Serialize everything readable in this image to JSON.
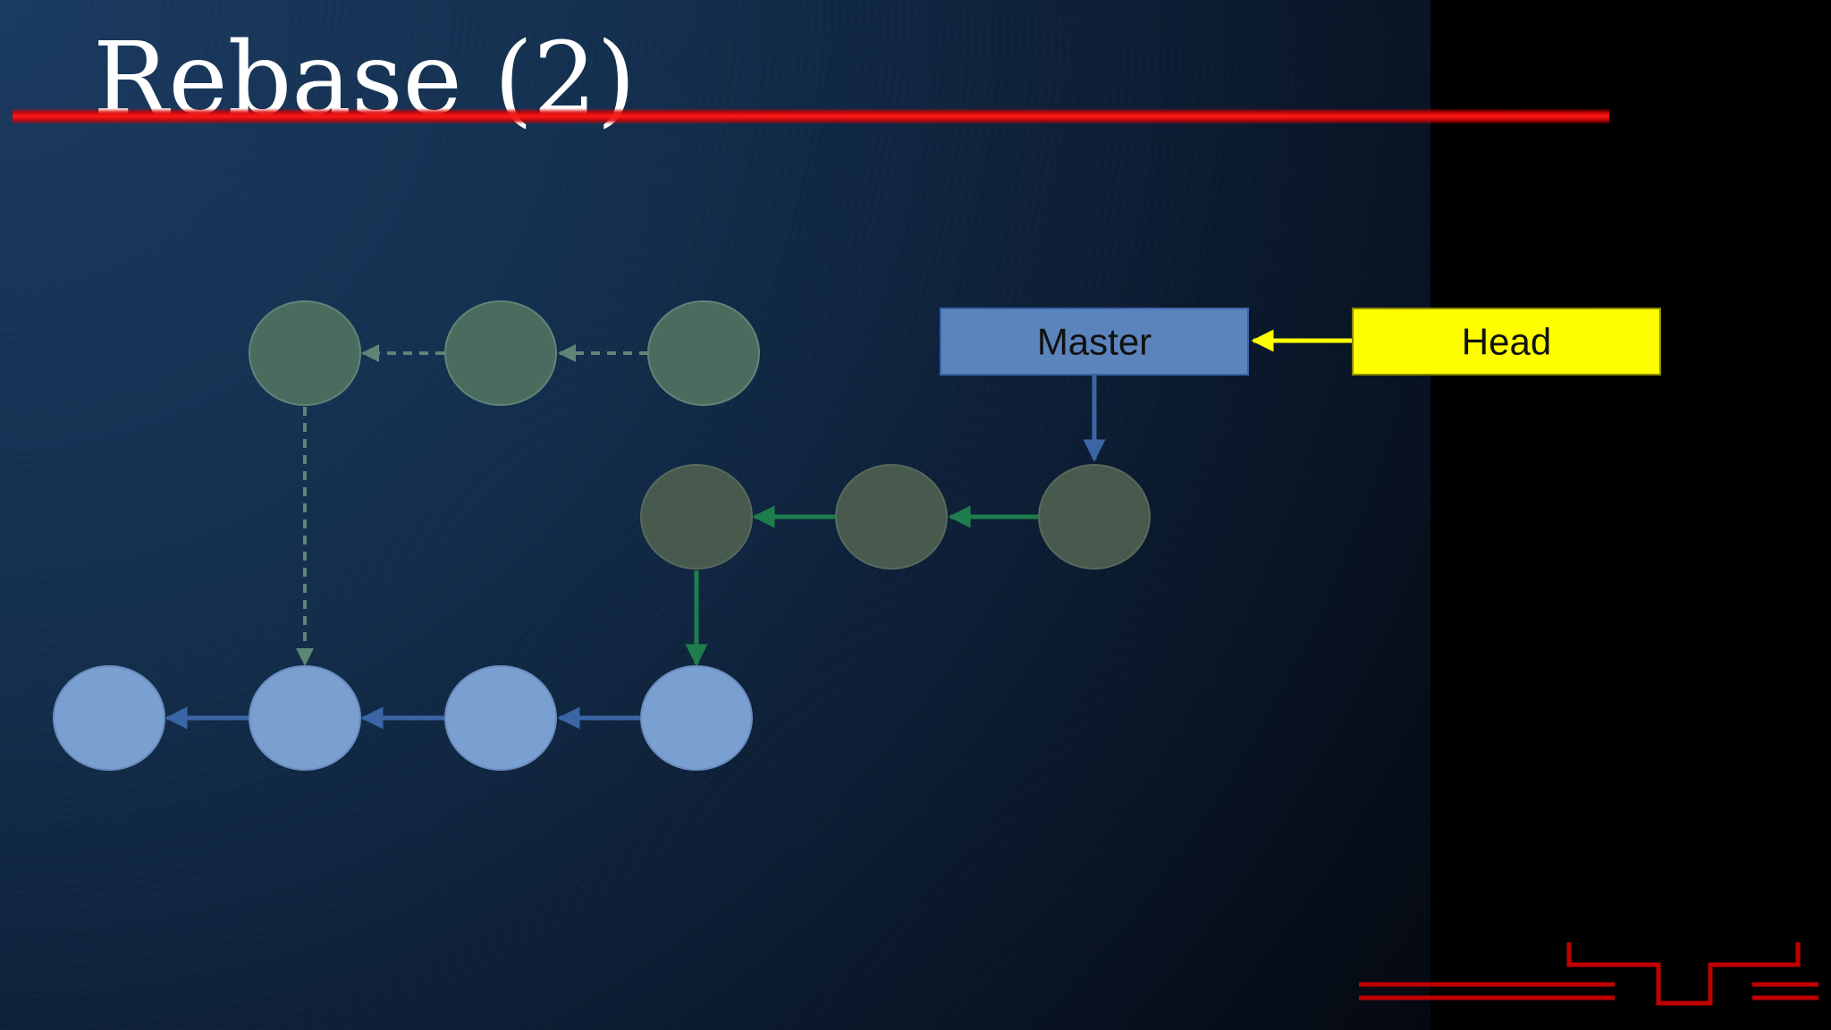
{
  "slide": {
    "title": "Rebase (2)",
    "colors": {
      "title_text": "#ffffff",
      "title_underline": "#ff1a1a",
      "old_commit": "#4b6b5e",
      "old_edge": "#5e8676",
      "rebased_commit": "#485a4e",
      "rebased_edge": "#1e7d4c",
      "base_commit": "#7a9fd1",
      "base_edge": "#3b65a5",
      "master_box": "#5b84bd",
      "head_box": "#ffff00",
      "head_pointer": "#ffff00",
      "logo": "#c00000"
    }
  },
  "diagram": {
    "master_label": "Master",
    "head_label": "Head"
  }
}
